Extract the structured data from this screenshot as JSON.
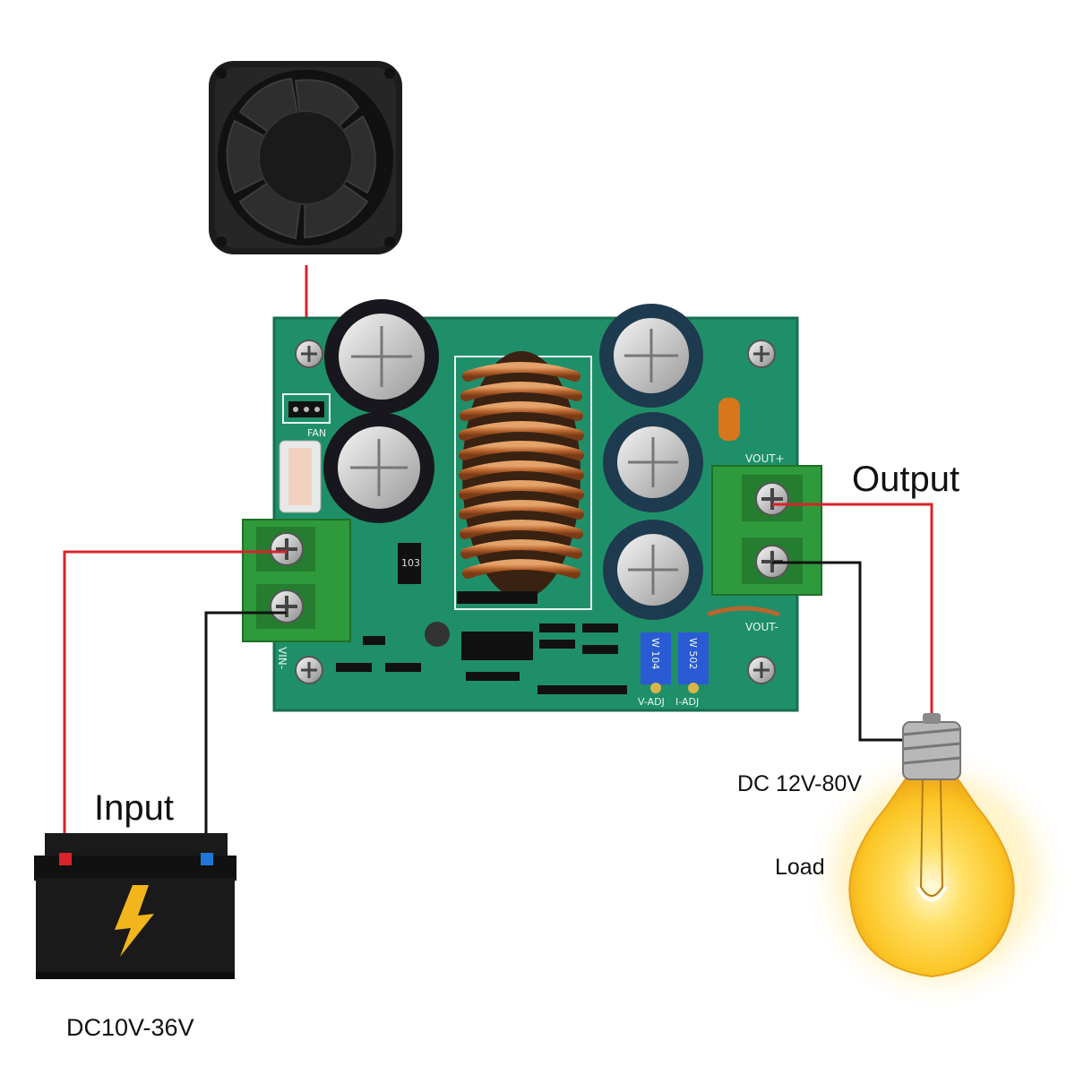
{
  "labels": {
    "input": "Input",
    "output": "Output",
    "input_voltage": "DC10V-36V",
    "output_voltage": "DC 12V-80V",
    "load": "Load"
  },
  "pcb_labels": {
    "fan": "FAN",
    "vout_plus": "VOUT+",
    "vout_minus": "VOUT-",
    "vin_minus": "VIN-",
    "v_adj": "V-ADJ",
    "i_adj": "I-ADJ",
    "pot_v": "W 104",
    "pot_i": "W 502",
    "resistor": "103"
  },
  "colors": {
    "pcb": "#1f8f69",
    "terminal": "#2f9a3b",
    "wire_positive": "#d8232a",
    "wire_negative": "#111111",
    "battery_body": "#1a1a1a",
    "battery_bolt": "#f2b51b",
    "bulb_glass": "#fbc524",
    "coil": "#c7733a"
  },
  "icons": {
    "fan": "cooling-fan-icon",
    "battery": "battery-icon",
    "bolt": "lightning-bolt-icon",
    "bulb": "light-bulb-icon",
    "inductor": "toroid-inductor-icon",
    "capacitor": "capacitor-icon"
  }
}
